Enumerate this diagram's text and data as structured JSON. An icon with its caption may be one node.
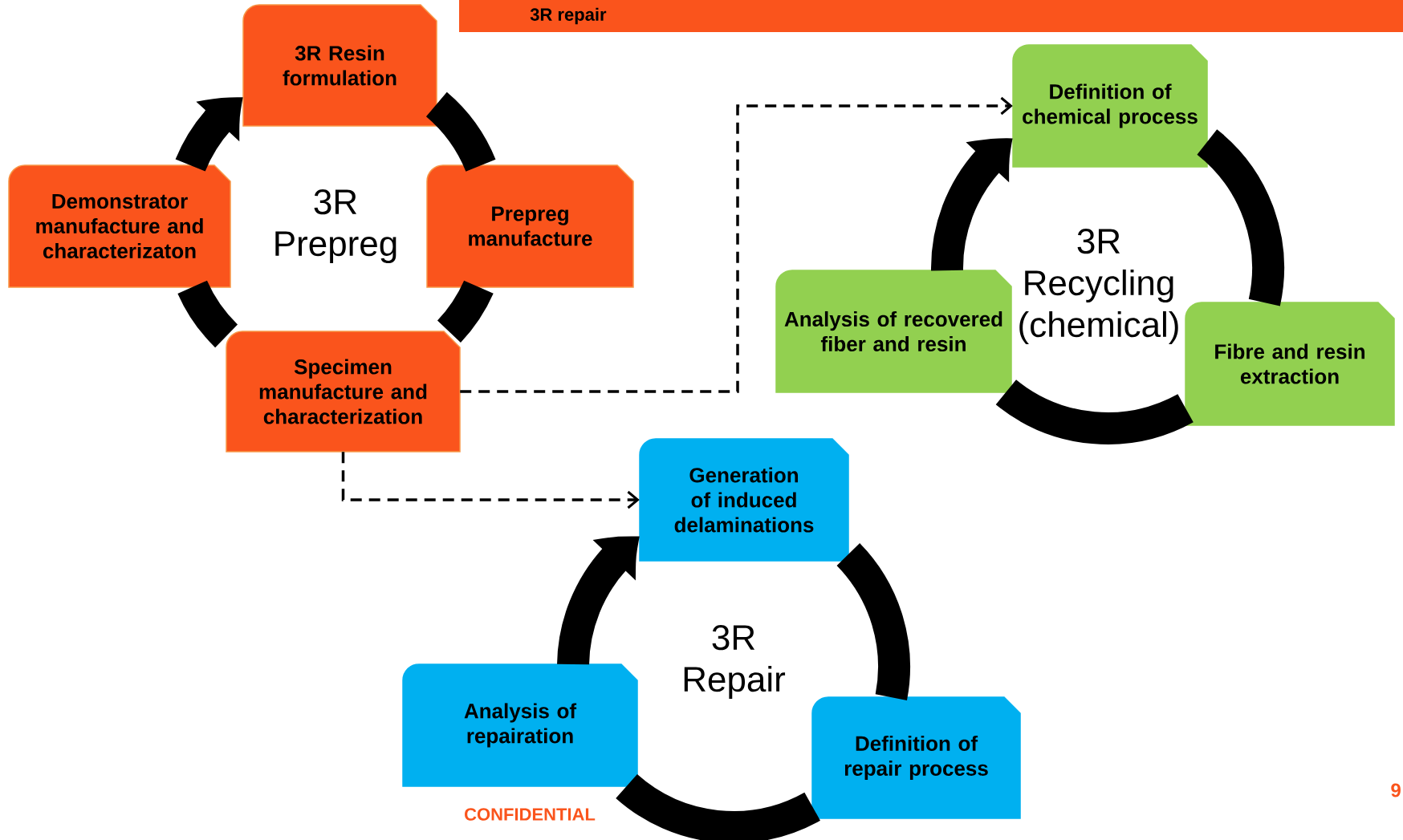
{
  "diagram": {
    "title": "3R repair",
    "nodes": [
      {
        "text": [
          "3R Resin formulation"
        ]
      },
      {
        "text": [
          "Demonstrator manufacture and characterizaton"
        ]
      },
      {
        "text": [
          "Prepreg manufacture"
        ]
      },
      {
        "text": [
          "Specimen manufacture  and characterization"
        ]
      },
      {
        "text": [
          "Definition of chemical process"
        ]
      },
      {
        "text": [
          "Analysis of recovered fiber and resin"
        ]
      },
      {
        "text": [
          "Fibre and resin extraction"
        ]
      },
      {
        "text": [
          "Generation of induced delaminations"
        ]
      },
      {
        "text": [
          "Analysis of repairation"
        ]
      },
      {
        "text": [
          "Definition of repair process"
        ]
      }
    ],
    "edges": [
      {
        "from": 1,
        "to": 0,
        "arrow": "to"
      },
      {
        "from": 0,
        "to": 2,
        "arrow": "none"
      },
      {
        "from": 2,
        "to": 3,
        "arrow": "none"
      },
      {
        "from": 3,
        "to": 1,
        "arrow": "none"
      },
      {
        "from": 4,
        "to": 6,
        "arrow": "none"
      },
      {
        "from": 6,
        "to": 5,
        "arrow": "none"
      },
      {
        "from": 5,
        "to": 4,
        "arrow": "to"
      },
      {
        "from": 7,
        "to": 9,
        "arrow": "none"
      },
      {
        "from": 9,
        "to": 8,
        "arrow": "none"
      },
      {
        "from": 8,
        "to": 7,
        "arrow": "to"
      },
      {
        "from": 3,
        "to": 4,
        "arrow": "to",
        "style": "dashed"
      },
      {
        "from": 3,
        "to": 7,
        "arrow": "to",
        "style": "dashed"
      }
    ],
    "labels": [
      "3R Prepreg",
      "3R Recycling (chemical)",
      "3R Repair",
      "CONFIDENTIAL",
      "9"
    ]
  }
}
